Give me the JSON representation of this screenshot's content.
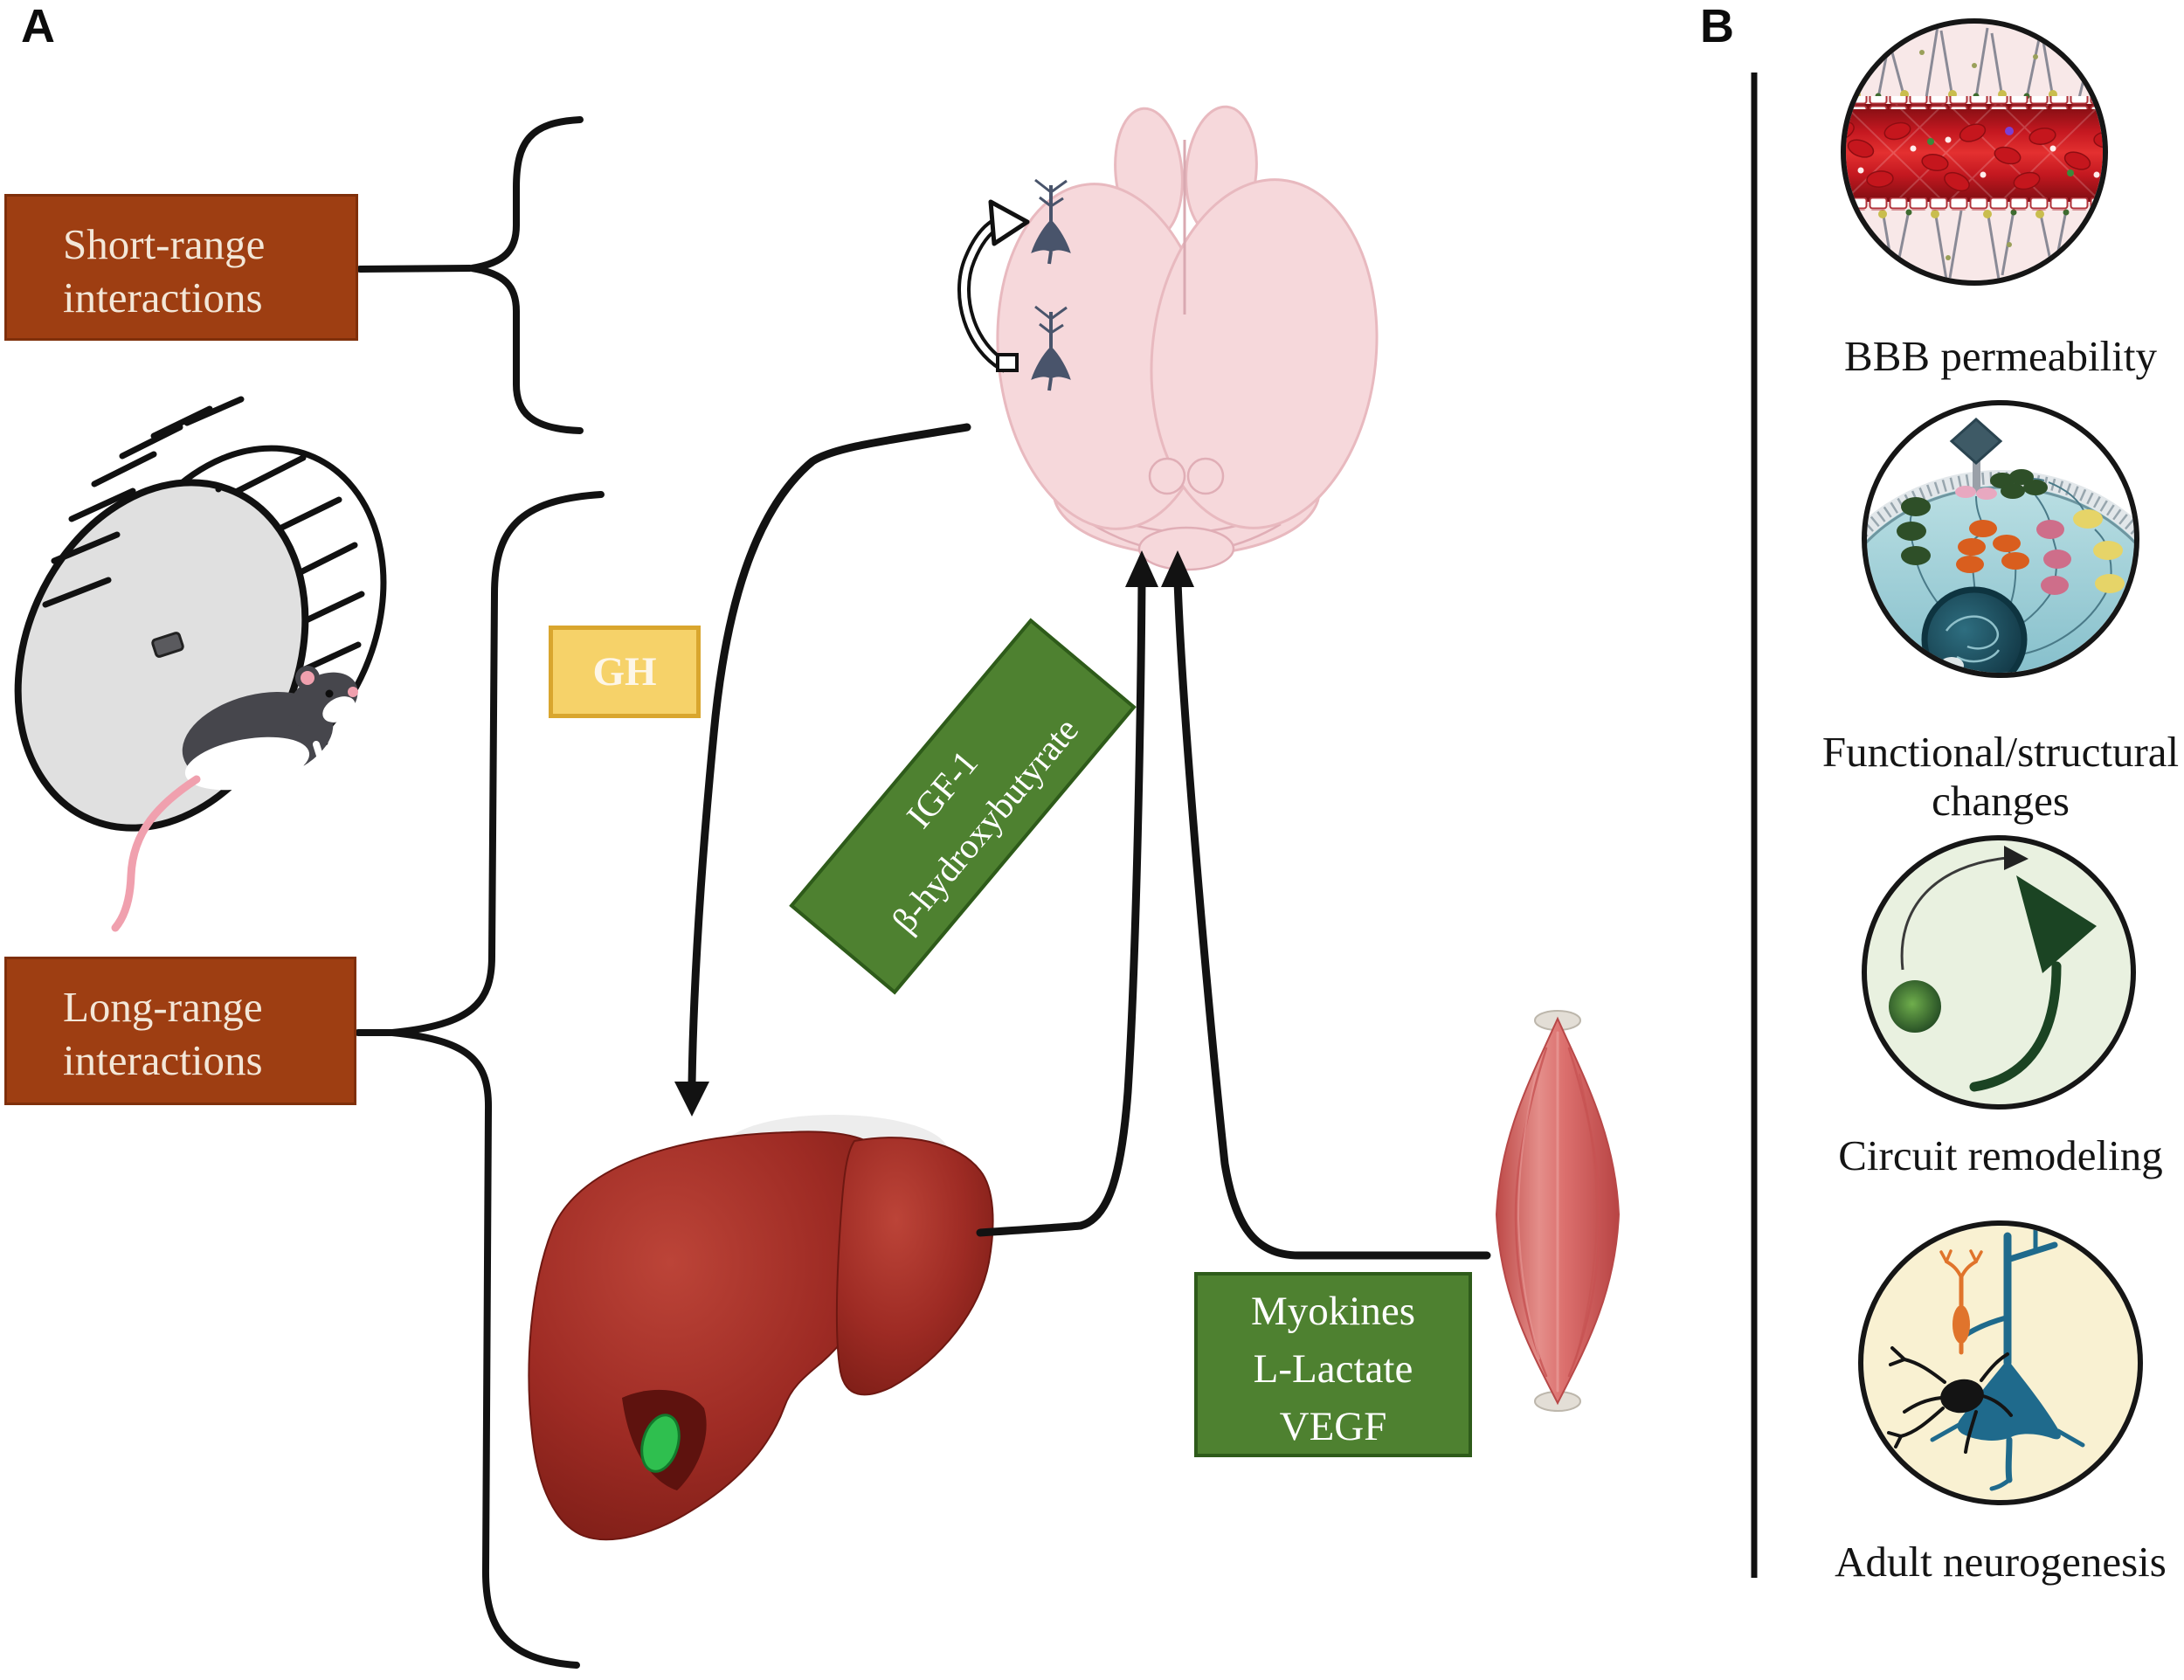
{
  "figure": {
    "panel_a": {
      "label": "A",
      "short_range_box": {
        "line1": "Short-range",
        "line2": "interactions"
      },
      "long_range_box": {
        "line1": "Long-range",
        "line2": "interactions"
      },
      "gh_box": {
        "label": "GH"
      },
      "igf_box": {
        "line1": "IGF-1",
        "line2": "β-hydroxybutyrate"
      },
      "myokines_box": {
        "line1": "Myokines",
        "line2": "L-Lactate",
        "line3": "VEGF"
      },
      "icons": [
        "mouse-running-wheel-icon",
        "rodent-brain-icon",
        "liver-icon",
        "skeletal-muscle-icon"
      ]
    },
    "panel_b": {
      "label": "B",
      "items": [
        {
          "icon": "bbb-vessel-icon",
          "label": "BBB permeability"
        },
        {
          "icon": "cell-signaling-icon",
          "line1": "Functional/structural",
          "line2": "changes"
        },
        {
          "icon": "circuit-remodeling-icon",
          "label": "Circuit remodeling"
        },
        {
          "icon": "adult-neurogenesis-icon",
          "label": "Adult neurogenesis"
        }
      ]
    },
    "colors": {
      "interaction_box": "#9E3E12",
      "interaction_text": "#F3E7D8",
      "gh_fill": "#F6D269",
      "gh_border": "#D9A62E",
      "mediator_fill": "#4E8130",
      "mediator_border": "#2E5B1A",
      "arrow": "#121212",
      "liver": "#9E2B24",
      "muscle": "#D96363",
      "brain": "#F6D8DB",
      "neuron": "#49546B"
    }
  }
}
